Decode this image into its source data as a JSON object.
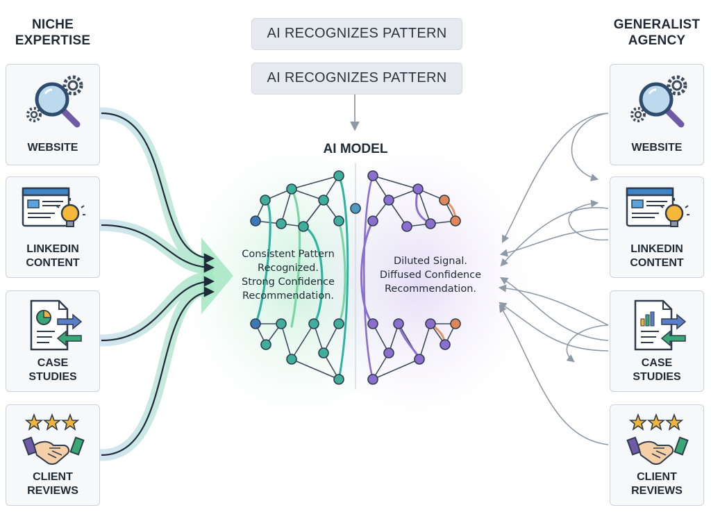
{
  "left_column": {
    "title_line1": "NICHE",
    "title_line2": "EXPERTISE",
    "cards": [
      {
        "line1": "WEBSITE",
        "line2": "",
        "icon": "magnifier-gears-icon"
      },
      {
        "line1": "LINKEDIN",
        "line2": "CONTENT",
        "icon": "browser-lightbulb-icon"
      },
      {
        "line1": "CASE",
        "line2": "STUDIES",
        "icon": "report-pie-arrows-icon"
      },
      {
        "line1": "CLIENT",
        "line2": "REVIEWS",
        "icon": "stars-handshake-icon"
      }
    ]
  },
  "right_column": {
    "title_line1": "GENERALIST",
    "title_line2": "AGENCY",
    "cards": [
      {
        "line1": "WEBSITE",
        "line2": "",
        "icon": "magnifier-gears-icon"
      },
      {
        "line1": "LINKEDIN",
        "line2": "CONTENT",
        "icon": "browser-lightbulb-icon"
      },
      {
        "line1": "CASE",
        "line2": "STUDIES",
        "icon": "report-bars-arrows-icon"
      },
      {
        "line1": "CLIENT",
        "line2": "REVIEWS",
        "icon": "stars-handshake-icon"
      }
    ]
  },
  "center": {
    "top_box_1": "AI RECOGNIZES PATTERN",
    "top_box_2": "AI RECOGNIZES PATTERN",
    "model_title": "AI MODEL",
    "left_text": [
      "Consistent Pattern",
      "Recognized.",
      "Strong Confidence",
      "Recommendation."
    ],
    "right_text": [
      "Diluted Signal.",
      "Diffused Confidence",
      "Recommendation."
    ]
  },
  "colors": {
    "focused_teal": "#2bb5a0",
    "focused_green": "#7ad6a4",
    "diffused_purple": "#8a6fd0",
    "diffused_orange": "#e09565",
    "node_blue": "#3a78b8",
    "arrow_dark": "#1f2a38",
    "arrow_gray": "#8d99a6"
  }
}
